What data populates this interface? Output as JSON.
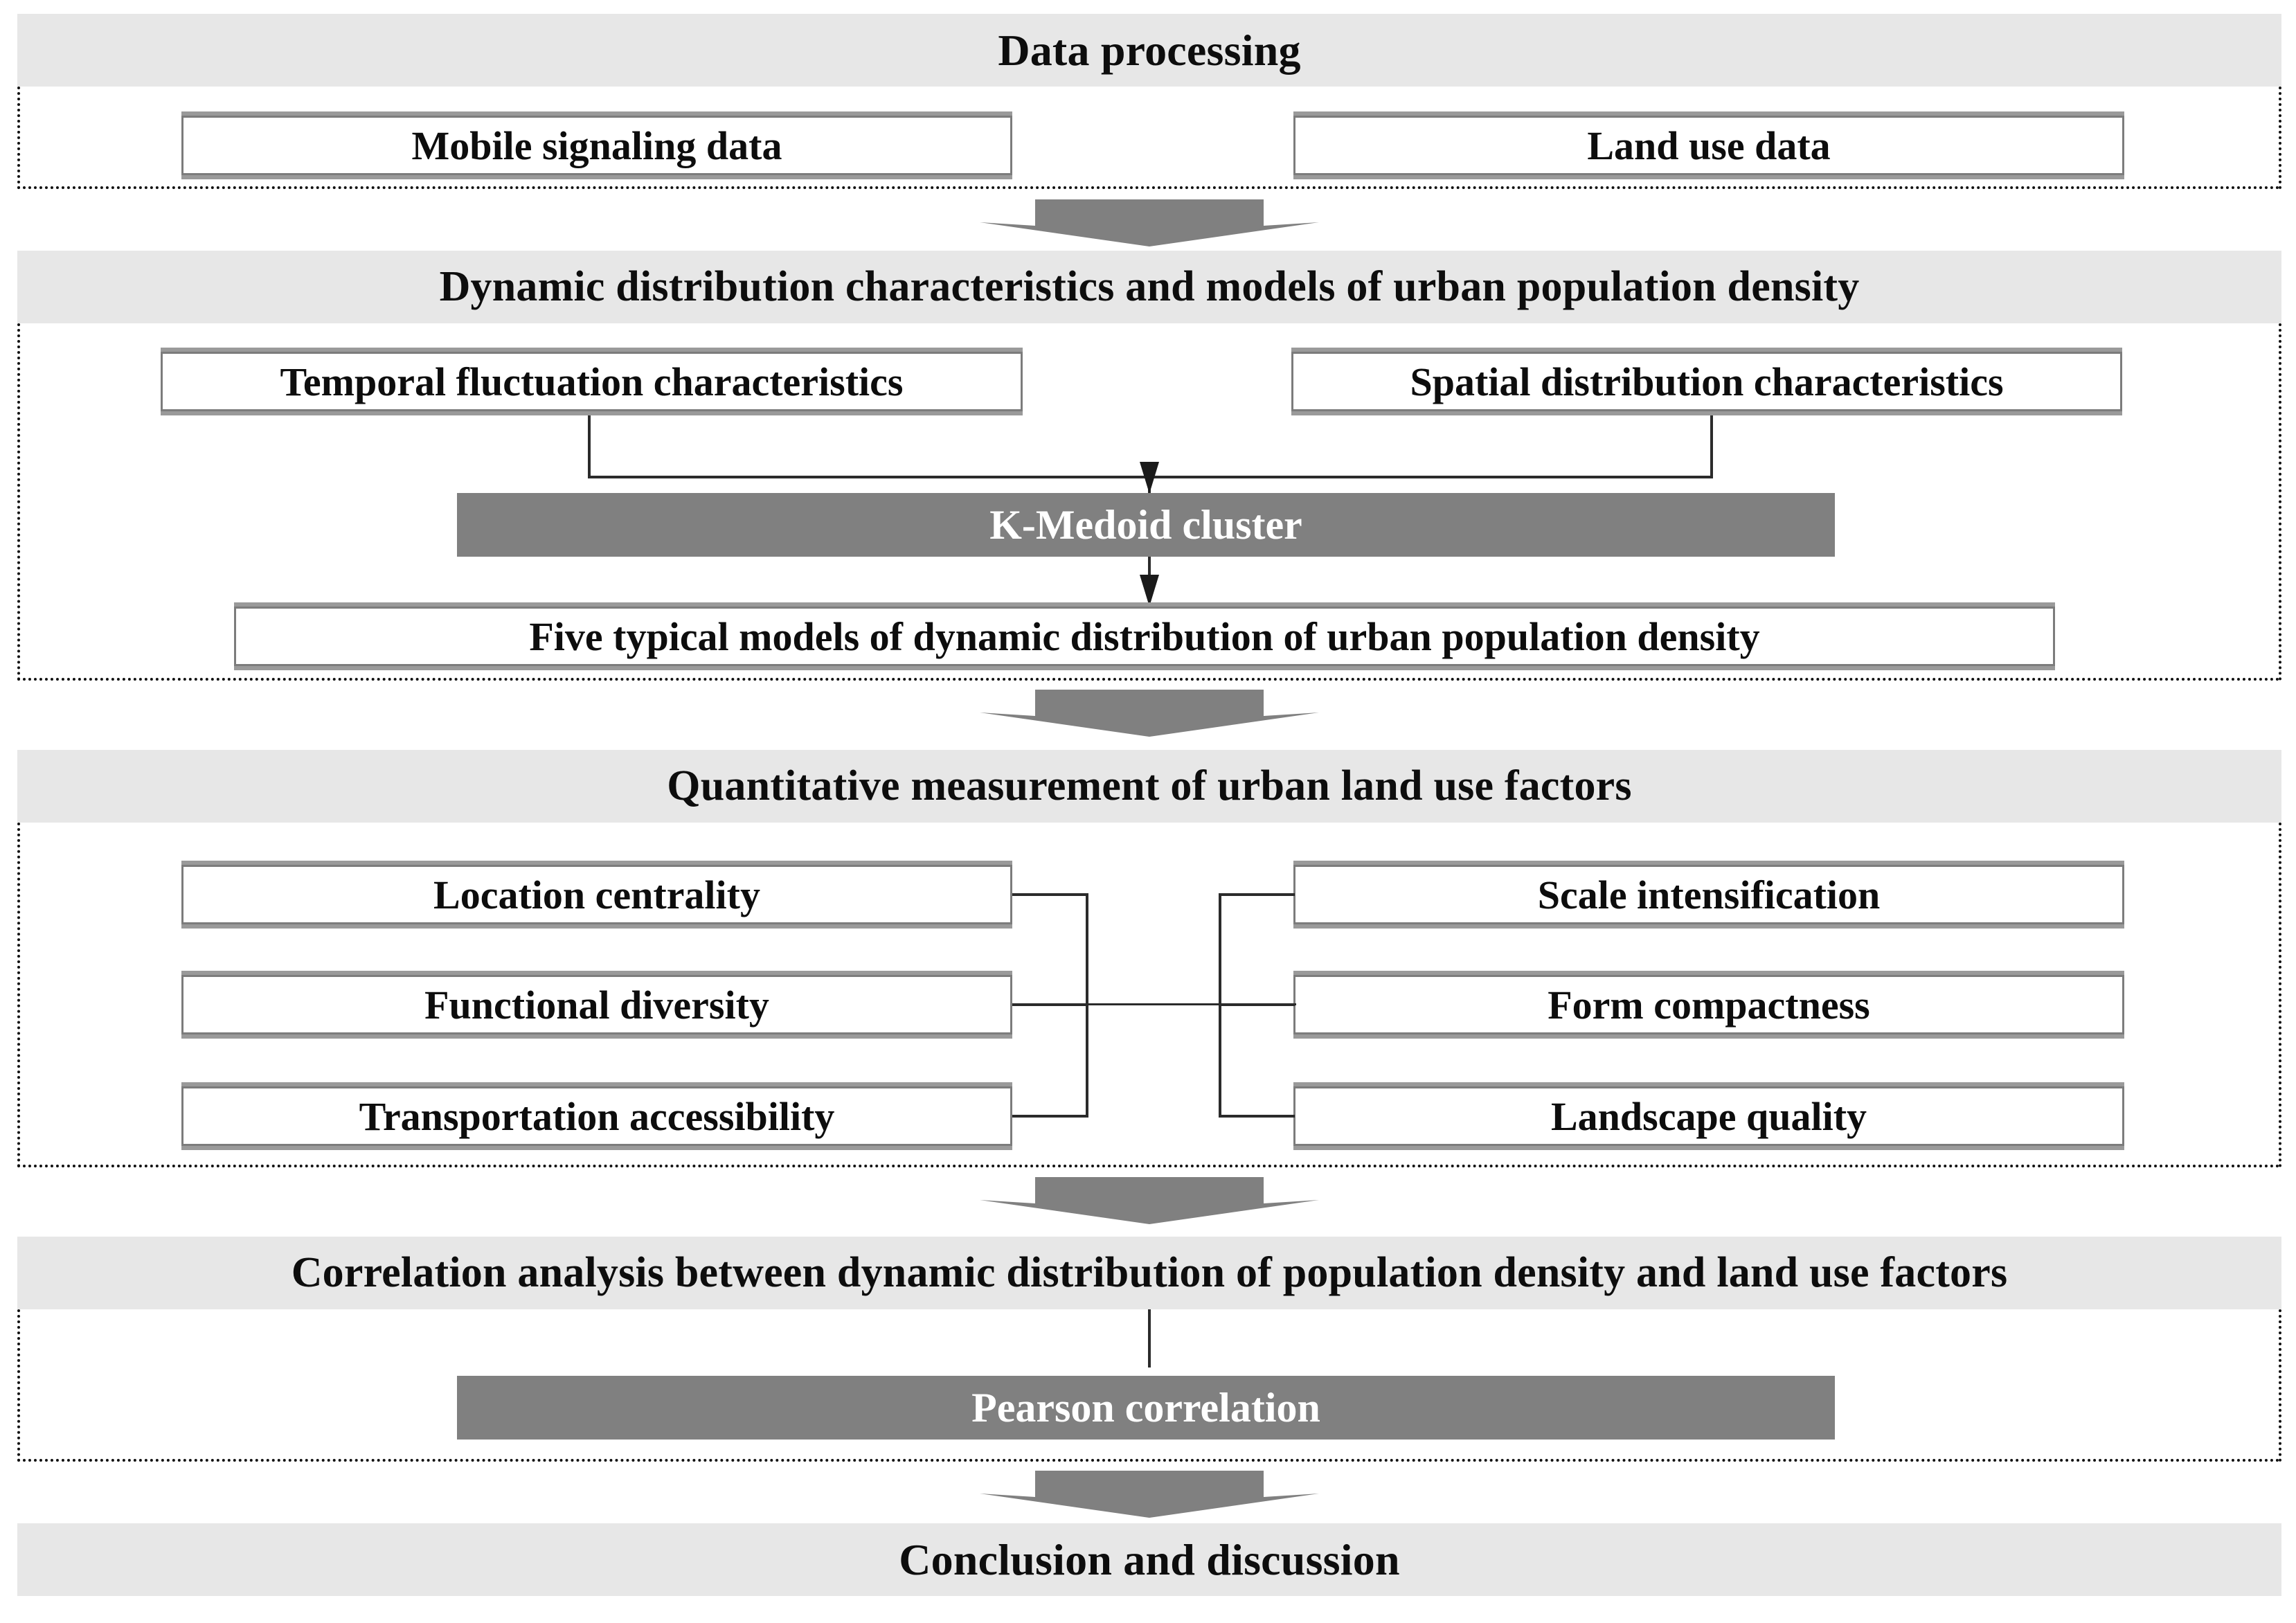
{
  "figure": {
    "title": "Research framework flowchart",
    "colors": {
      "stage_band": "#e7e7e7",
      "method_fill": "#808080",
      "method_text": "#ffffff",
      "node_border": "#7c7c7c",
      "node_fill": "#ffffff",
      "connector": "#2b2b2b",
      "dotted_border": "#111111",
      "block_arrow": "#808080"
    }
  },
  "stages": [
    {
      "id": "data-processing",
      "band_label": "Data processing",
      "nodes": [
        {
          "id": "mobile-signaling-data",
          "label": "Mobile signaling data"
        },
        {
          "id": "land-use-data",
          "label": "Land use data"
        }
      ]
    },
    {
      "id": "dynamic-distribution",
      "band_label": "Dynamic distribution  characteristics and models of urban population density",
      "nodes": [
        {
          "id": "temporal-fluctuation-characteristics",
          "label": "Temporal fluctuation characteristics"
        },
        {
          "id": "spatial-distribution-characteristics",
          "label": "Spatial distribution  characteristics"
        },
        {
          "id": "five-typical-models",
          "label": "Five typical models of dynamic distribution  of urban population density"
        }
      ],
      "methods": [
        {
          "id": "k-medoid-cluster",
          "label": "K-Medoid cluster"
        }
      ]
    },
    {
      "id": "land-use-factors",
      "band_label": "Quantitative measurement of urban land use factors",
      "nodes_left": [
        {
          "id": "location-centrality",
          "label": "Location centrality"
        },
        {
          "id": "functional-diversity",
          "label": "Functional diversity"
        },
        {
          "id": "transportation-accessibility",
          "label": "Transportation accessibility"
        }
      ],
      "nodes_right": [
        {
          "id": "scale-intensification",
          "label": "Scale intensification"
        },
        {
          "id": "form-compactness",
          "label": "Form compactness"
        },
        {
          "id": "landscape-quality",
          "label": "Landscape quality"
        }
      ]
    },
    {
      "id": "correlation-analysis",
      "band_label": "Correlation analysis between dynamic distribution  of population density and land use factors",
      "methods": [
        {
          "id": "pearson-correlation",
          "label": "Pearson correlation"
        }
      ]
    },
    {
      "id": "conclusion",
      "band_label": "Conclusion and discussion"
    }
  ],
  "icons": {
    "stage_arrow": "down-block-arrow-icon",
    "flow_arrow": "down-arrowhead-icon"
  }
}
